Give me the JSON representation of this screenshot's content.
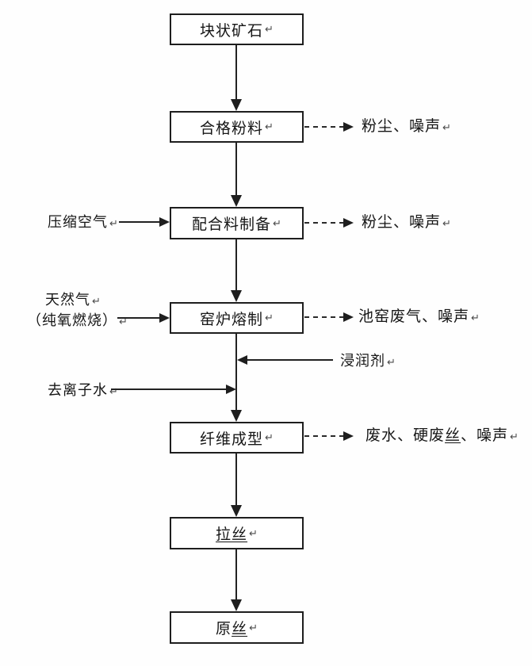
{
  "flow": {
    "boxes": [
      {
        "label": "块状矿石"
      },
      {
        "label": "合格粉料"
      },
      {
        "label": "配合料制备"
      },
      {
        "label": "窑炉熔制"
      },
      {
        "label": "纤维成型"
      },
      {
        "label": "拉丝"
      },
      {
        "pre": "原",
        "underlined": "丝"
      }
    ],
    "inputs": [
      {
        "label": "压缩空气"
      },
      {
        "line1": "天然气",
        "line2": "（纯氧燃烧）"
      },
      {
        "label": "浸润剂"
      },
      {
        "label": "去离子水"
      }
    ],
    "emissions": [
      {
        "label": "粉尘、噪声"
      },
      {
        "label": "粉尘、噪声"
      },
      {
        "label": "池窑废气、噪声"
      },
      {
        "pre": "废水、硬废",
        "underlined": "丝",
        "post": "、噪声"
      }
    ]
  },
  "marks": {
    "cr": "↵"
  },
  "colors": {
    "line": "#222222",
    "text": "#161616",
    "background": "#ffffff"
  }
}
